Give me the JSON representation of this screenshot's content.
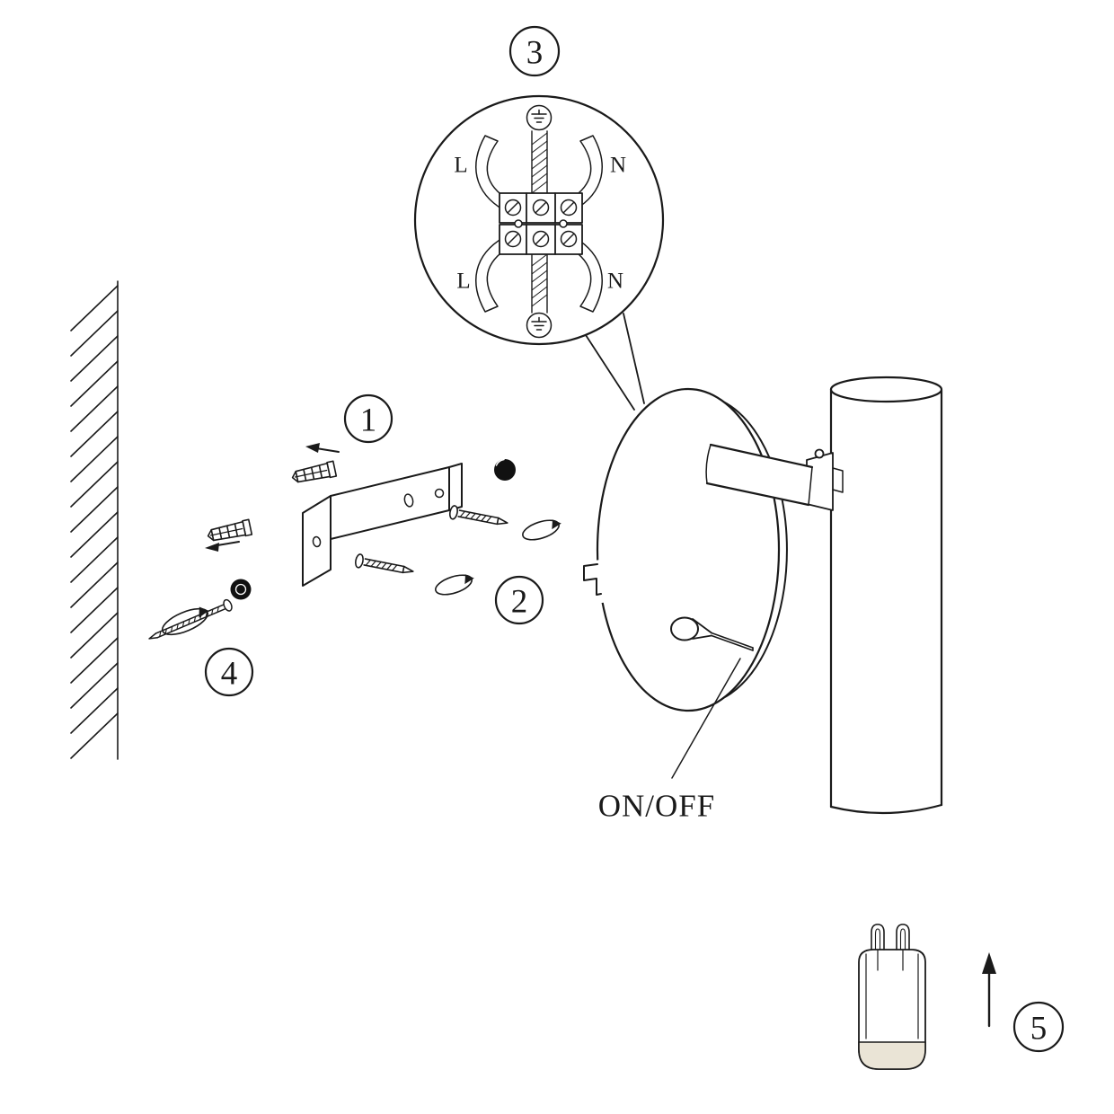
{
  "diagram": {
    "steps": {
      "s1": "1",
      "s2": "2",
      "s3": "3",
      "s4": "4",
      "s5": "5"
    },
    "wiring": {
      "top_left": "L",
      "top_right": "N",
      "bottom_left": "L",
      "bottom_right": "N"
    },
    "switch_label": "ON/OFF",
    "colors": {
      "line": "#1a1a1a",
      "background": "#ffffff",
      "bulb_cap": "#eae4d6"
    }
  }
}
